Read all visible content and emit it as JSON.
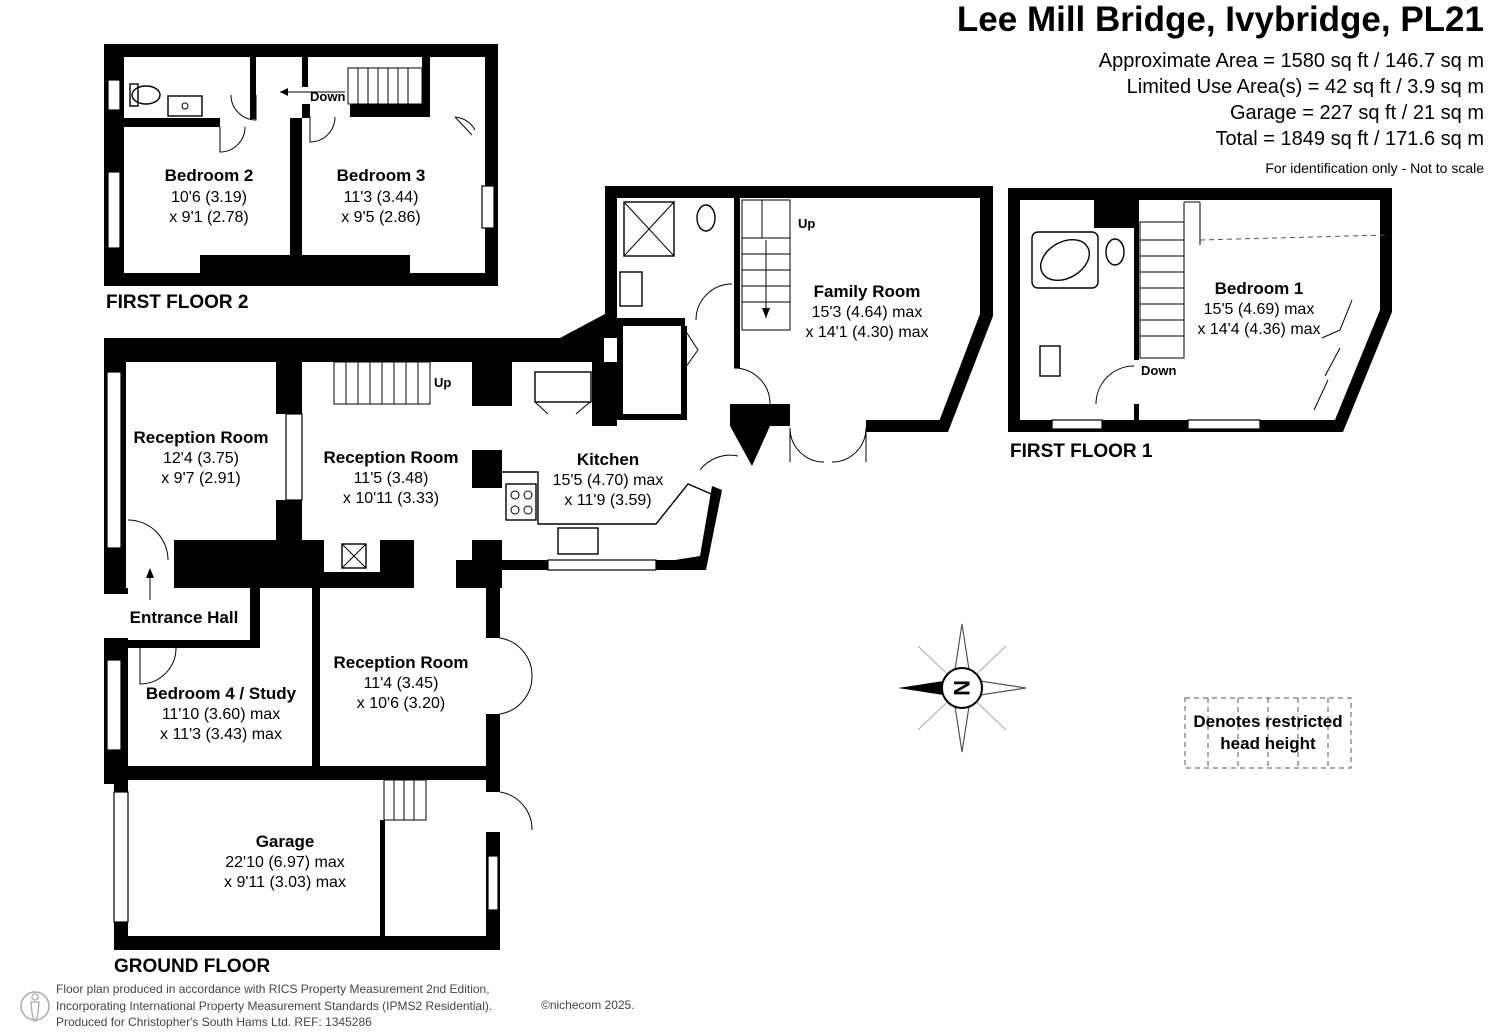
{
  "header": {
    "title": "Lee Mill Bridge, Ivybridge, PL21",
    "areas": [
      "Approximate Area = 1580 sq ft / 146.7 sq m",
      "Limited Use Area(s) = 42 sq ft / 3.9 sq m",
      "Garage = 227 sq ft / 21 sq m",
      "Total = 1849 sq ft / 171.6 sq m"
    ],
    "note": "For identification only - Not to scale"
  },
  "floors": {
    "first_floor_2": "FIRST FLOOR 2",
    "first_floor_1": "FIRST FLOOR 1",
    "ground_floor": "GROUND FLOOR"
  },
  "rooms": {
    "bedroom2": {
      "name": "Bedroom 2",
      "dim1": "10'6 (3.19)",
      "dim2": "x 9'1 (2.78)"
    },
    "bedroom3": {
      "name": "Bedroom 3",
      "dim1": "11'3 (3.44)",
      "dim2": "x 9'5 (2.86)"
    },
    "family": {
      "name": "Family Room",
      "dim1": "15'3 (4.64) max",
      "dim2": "x 14'1 (4.30) max"
    },
    "bedroom1": {
      "name": "Bedroom 1",
      "dim1": "15'5 (4.69) max",
      "dim2": "x 14'4 (4.36) max"
    },
    "reception_left": {
      "name": "Reception Room",
      "dim1": "12'4 (3.75)",
      "dim2": "x 9'7 (2.91)"
    },
    "reception_mid": {
      "name": "Reception Room",
      "dim1": "11'5 (3.48)",
      "dim2": "x 10'11 (3.33)"
    },
    "kitchen": {
      "name": "Kitchen",
      "dim1": "15'5 (4.70) max",
      "dim2": "x 11'9 (3.59)"
    },
    "entrance": {
      "name": "Entrance Hall"
    },
    "bedroom4": {
      "name": "Bedroom 4 / Study",
      "dim1": "11'10 (3.60) max",
      "dim2": "x 11'3 (3.43) max"
    },
    "reception_lower": {
      "name": "Reception Room",
      "dim1": "11'4 (3.45)",
      "dim2": "x 10'6 (3.20)"
    },
    "garage": {
      "name": "Garage",
      "dim1": "22'10 (6.97) max",
      "dim2": "x 9'11 (3.03) max"
    }
  },
  "stair_labels": {
    "ff2_down": "Down",
    "family_up": "Up",
    "reception_up": "Up",
    "ff1_down": "Down"
  },
  "compass": {
    "letter": "N"
  },
  "legend": {
    "line1": "Denotes restricted",
    "line2": "head height"
  },
  "footer": {
    "line1": "Floor plan produced in accordance with RICS Property Measurement 2nd Edition,",
    "line2": "Incorporating International Property Measurement Standards (IPMS2 Residential).",
    "line3": "Produced for Christopher's South Hams Ltd.   REF: 1345286",
    "copyright": "©nichecom 2025."
  }
}
